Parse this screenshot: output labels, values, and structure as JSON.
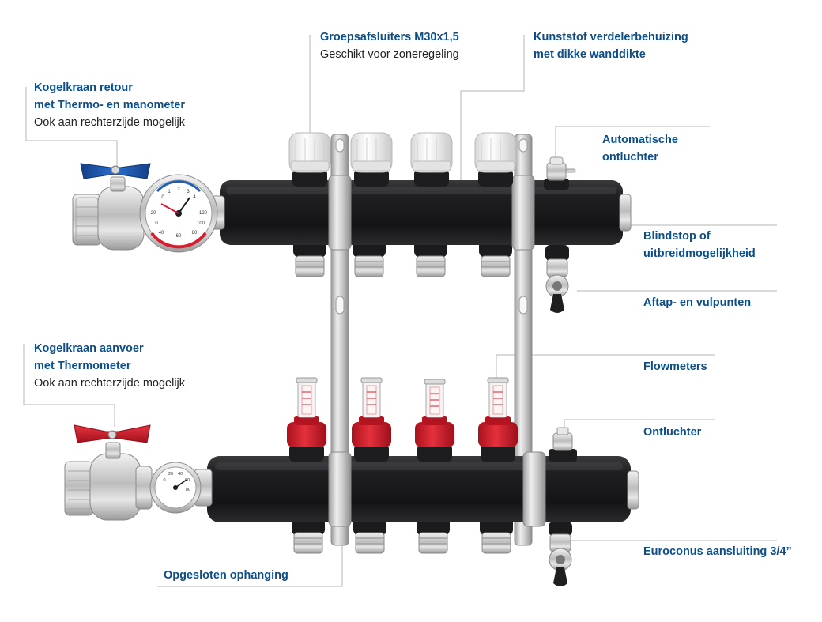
{
  "colors": {
    "label_blue": "#0b4f8a",
    "text_dark": "#222222",
    "leader_line": "#b5b5b5",
    "housing_black": "#1c1c1e",
    "valve_blue": "#1e5fb4",
    "valve_red": "#d3202f",
    "cap_white": "#f0f0f0",
    "brass_chrome": "#c9c9c9",
    "bracket_steel": "#d4d4d4"
  },
  "labels": {
    "groepsafsluiters": {
      "line1": "Groepsafsluiters M30x1,5",
      "line2": "Geschikt voor zoneregeling"
    },
    "kunststof": {
      "line1": "Kunststof verdelerbehuizing",
      "line2": "met dikke wanddikte"
    },
    "kogelkraan_retour": {
      "line1": "Kogelkraan retour",
      "line2": "met Thermo- en manometer",
      "line3": "Ook aan rechterzijde mogelijk"
    },
    "automatische_ontluchter": {
      "line1": "Automatische",
      "line2": "ontluchter"
    },
    "blindstop": {
      "line1": "Blindstop of",
      "line2": "uitbreidmogelijkheid"
    },
    "aftap": {
      "line1": "Aftap- en vulpunten"
    },
    "kogelkraan_aanvoer": {
      "line1": "Kogelkraan aanvoer",
      "line2": "met Thermometer",
      "line3": "Ook aan rechterzijde mogelijk"
    },
    "flowmeters": {
      "line1": "Flowmeters"
    },
    "ontluchter": {
      "line1": "Ontluchter"
    },
    "euroconus": {
      "line1": "Euroconus aansluiting 3/4”"
    },
    "opgesloten": {
      "line1": "Opgesloten ophanging"
    }
  },
  "gauges": {
    "manometer_scale": [
      "0",
      "1",
      "2",
      "3",
      "4"
    ],
    "thermometer_scale": [
      "0",
      "20",
      "40",
      "60",
      "80",
      "100",
      "120"
    ],
    "small_thermometer_scale": [
      "0",
      "20",
      "40",
      "60",
      "80"
    ]
  },
  "icons": {
    "blue_handle": "butterfly-valve-handle",
    "red_handle": "butterfly-valve-handle",
    "gauge": "dial-gauge",
    "flowmeter": "sight-glass-tube"
  }
}
